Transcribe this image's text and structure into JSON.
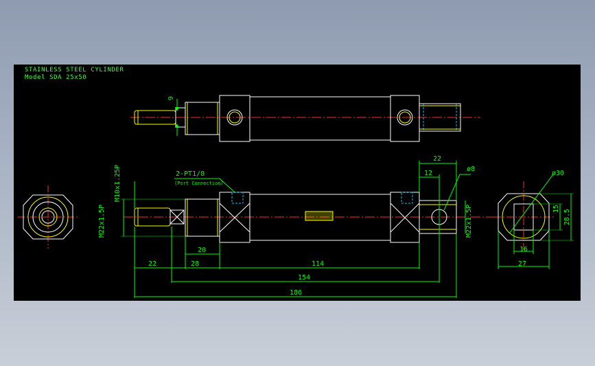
{
  "title_block": {
    "line1": "STAINLESS STEEL CYLINDER",
    "line2": "Model  SDA 25x50"
  },
  "dimensions": {
    "top_view": {
      "thread_dia": "9"
    },
    "front_view": {
      "port_label": "2-PT1/8",
      "port_note": "(Port Connection)",
      "rod_thread": "M10x1.25P",
      "left_thread": "M22x1.5P",
      "right_thread": "M22x1.5P",
      "hole_dia": "ø8",
      "dim_22_top": "22",
      "dim_12": "12",
      "dim_20": "20",
      "dim_22": "22",
      "dim_28": "28",
      "dim_114": "114",
      "dim_154": "154",
      "dim_186": "186"
    },
    "end_view": {
      "outer_dia": "ø30",
      "dim_15": "15",
      "dim_28_5": "28.5",
      "dim_16": "16",
      "dim_27": "27"
    }
  },
  "label_text": "",
  "colors": {
    "outline": "#ffffff",
    "dimension": "#00ff00",
    "centerline": "#ff2a2a",
    "hidden": "#00c8ff",
    "thread": "#ffff00",
    "hatch": "#ffff00",
    "background": "#000000"
  }
}
